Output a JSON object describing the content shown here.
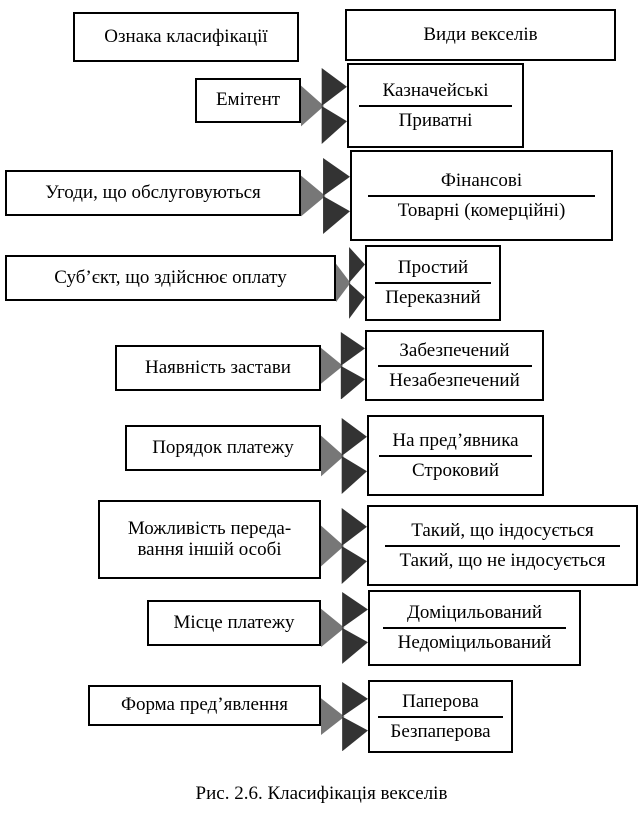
{
  "header": {
    "feature_label": "Ознака класифікації",
    "types_label": "Види векселів"
  },
  "rows": [
    {
      "feature": "Емітент",
      "types": [
        "Казначейські",
        "Приватні"
      ]
    },
    {
      "feature": "Угоди, що обслуговуються",
      "types": [
        "Фінансові",
        "Товарні (комерційні)"
      ]
    },
    {
      "feature": "Суб’єкт, що здійснює оплату",
      "types": [
        "Простий",
        "Переказний"
      ]
    },
    {
      "feature": "Наявність застави",
      "types": [
        "Забезпечений",
        "Незабезпечений"
      ]
    },
    {
      "feature": "Порядок платежу",
      "types": [
        "На пред’явника",
        "Строковий"
      ]
    },
    {
      "feature": "Можливість переда-вання іншій особі",
      "types": [
        "Такий, що індосується",
        "Такий, що не індосується"
      ]
    },
    {
      "feature": "Місце платежу",
      "types": [
        "Доміцильований",
        "Недоміцильований"
      ]
    },
    {
      "feature": "Форма пред’явлення",
      "types": [
        "Паперова",
        "Безпаперова"
      ]
    }
  ],
  "caption": "Рис. 2.6. Класифікація векселів",
  "colors": {
    "arrow": "#333333"
  }
}
